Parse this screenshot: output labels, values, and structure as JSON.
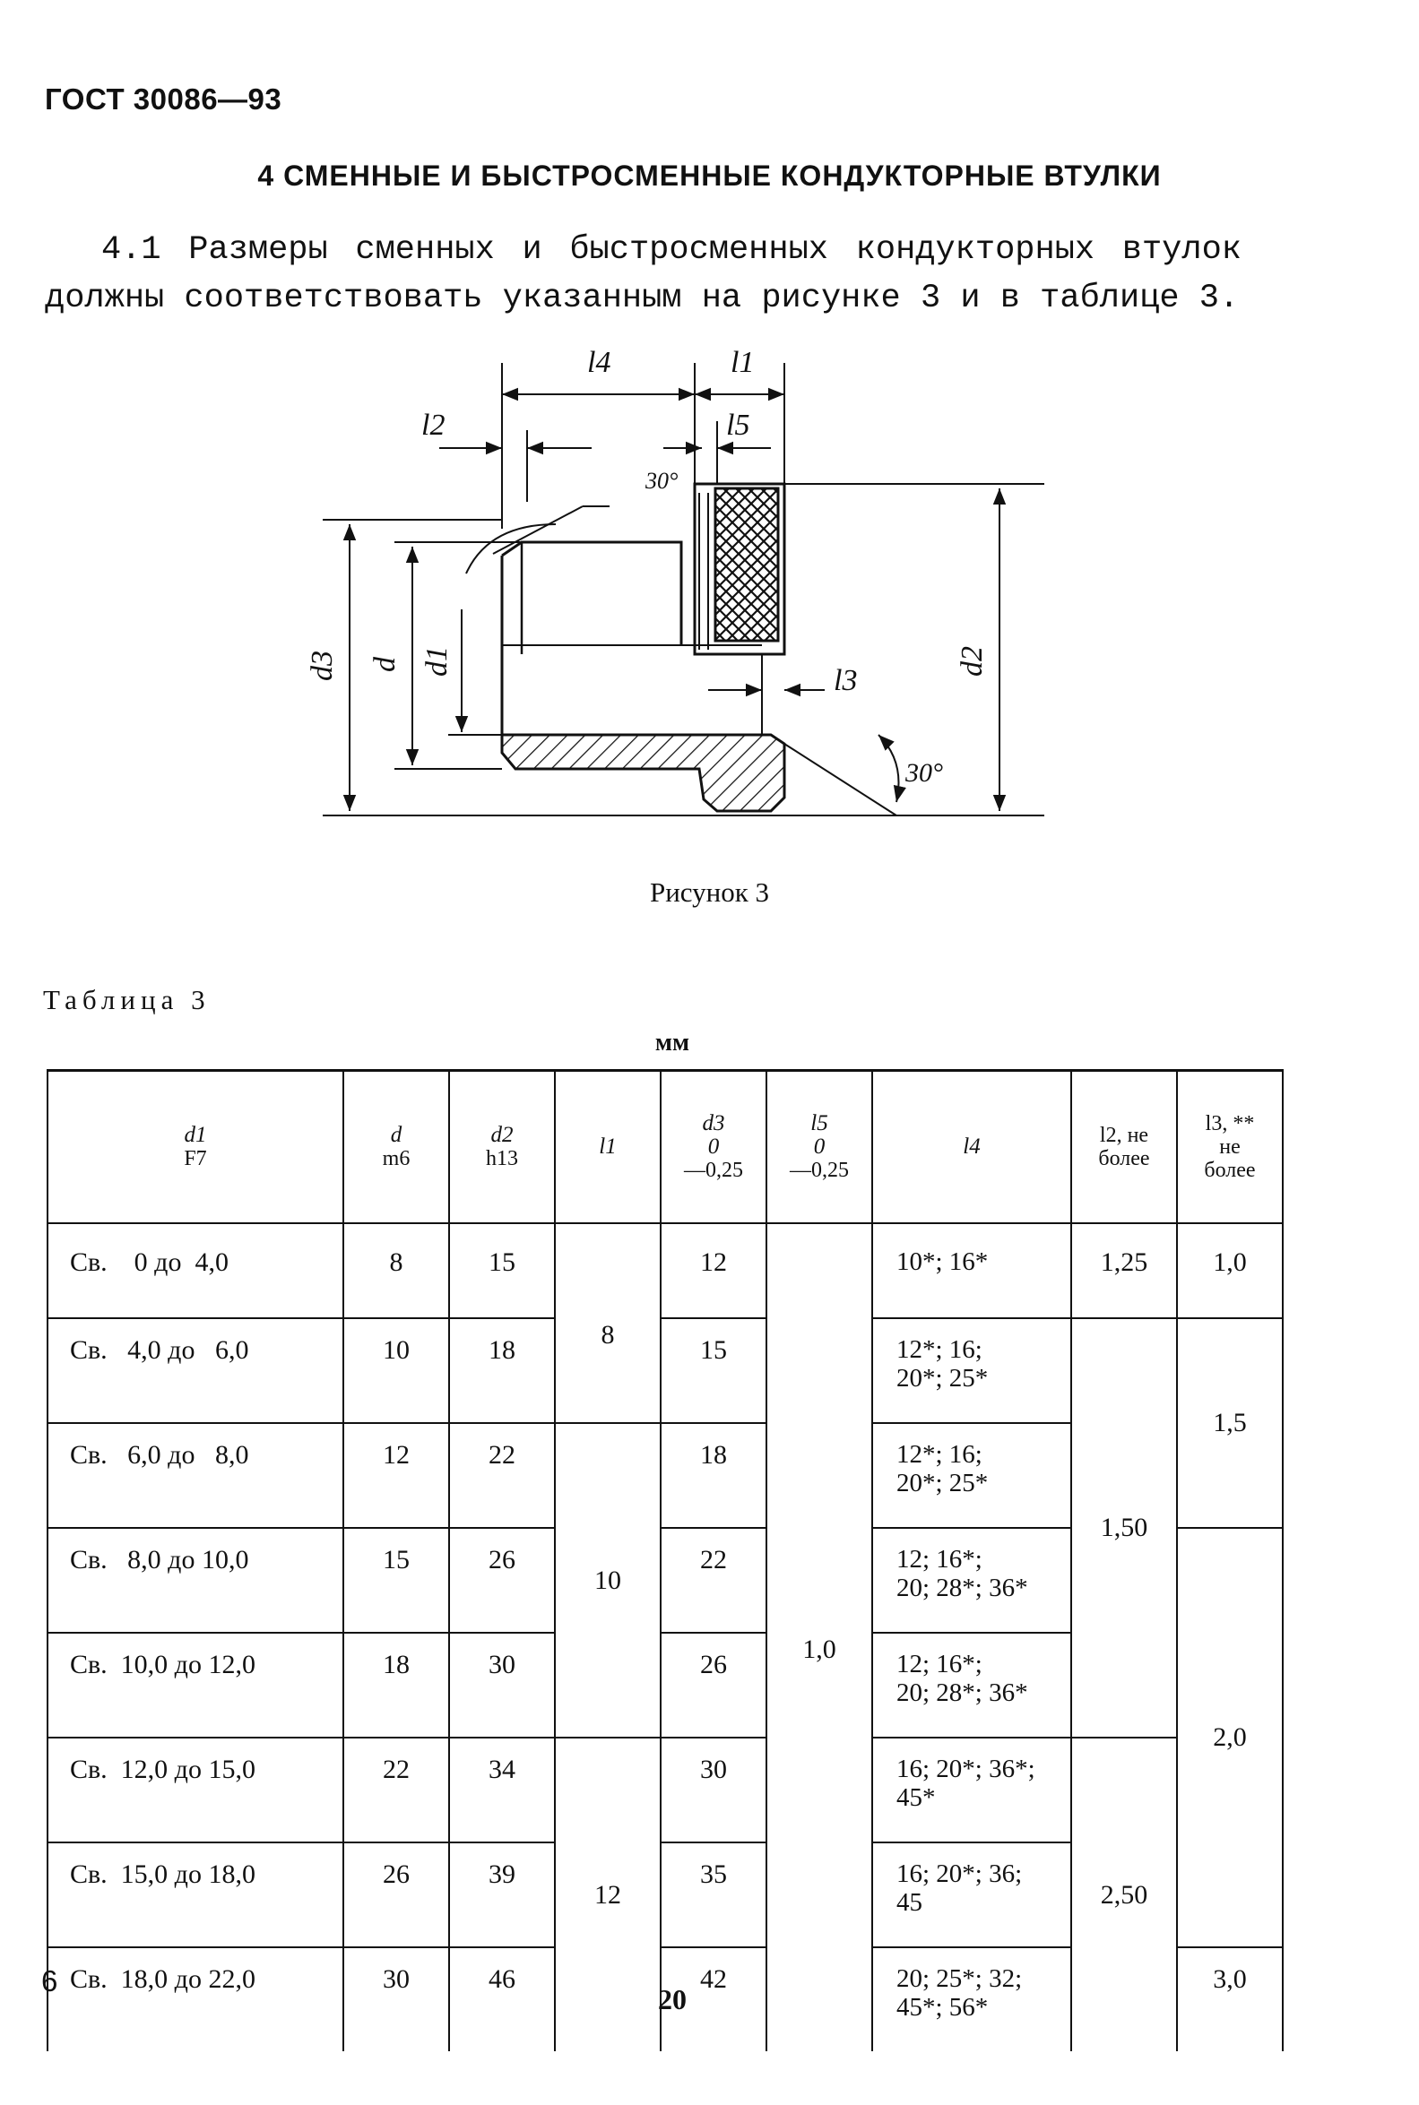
{
  "header": {
    "doc_id": "ГОСТ 30086—93"
  },
  "section": {
    "title": "4 СМЕННЫЕ И БЫСТРОСМЕННЫЕ КОНДУКТОРНЫЕ ВТУЛКИ"
  },
  "paragraph": {
    "line1": "4.1 Размеры сменных и быстросменных кондукторных втулок",
    "line2": "должны соответствовать указанным на рисунке 3 и в таблице 3."
  },
  "figure": {
    "caption": "Рисунок 3",
    "labels": {
      "l4": "l4",
      "l1": "l1",
      "l2": "l2",
      "l5": "l5",
      "l3": "l3",
      "angle_top": "30°",
      "angle_bottom": "30°",
      "d3": "d3",
      "d": "d",
      "d1": "d1",
      "d2": "d2"
    }
  },
  "table": {
    "label": "Таблица 3",
    "unit": "мм",
    "headers": {
      "d1": {
        "sym": "d1",
        "tol": "F7"
      },
      "d": {
        "sym": "d",
        "tol": "m6"
      },
      "d2": {
        "sym": "d2",
        "tol": "h13"
      },
      "l1": {
        "sym": "l1"
      },
      "d3": {
        "sym": "d3",
        "up": "0",
        "low": "—0,25"
      },
      "l5": {
        "sym": "l5",
        "up": "0",
        "low": "—0,25"
      },
      "l4": {
        "sym": "l4"
      },
      "l2": {
        "sym": "l2, не",
        "note": "более"
      },
      "l3": {
        "sym": "l3, **",
        "note1": "не",
        "note2": "более"
      }
    },
    "rows": [
      {
        "d1": "Св.    0 до  4,0",
        "d": "8",
        "d2": "15",
        "d3": "12",
        "l4": "10*;  16*"
      },
      {
        "d1": "Св.   4,0 до   6,0",
        "d": "10",
        "d2": "18",
        "d3": "15",
        "l4a": "12*;  16;",
        "l4b": "20*;  25*"
      },
      {
        "d1": "Св.   6,0 до   8,0",
        "d": "12",
        "d2": "22",
        "d3": "18",
        "l4a": "12*;  16;",
        "l4b": "20*;  25*"
      },
      {
        "d1": "Св.   8,0 до 10,0",
        "d": "15",
        "d2": "26",
        "d3": "22",
        "l4a": "12;  16*;",
        "l4b": "20;  28*;  36*"
      },
      {
        "d1": "Св.  10,0 до 12,0",
        "d": "18",
        "d2": "30",
        "d3": "26",
        "l4a": "12;  16*;",
        "l4b": "20;  28*;  36*"
      },
      {
        "d1": "Св.  12,0 до 15,0",
        "d": "22",
        "d2": "34",
        "d3": "30",
        "l4a": "16;  20*;  36*;",
        "l4b": "45*"
      },
      {
        "d1": "Св.  15,0 до 18,0",
        "d": "26",
        "d2": "39",
        "d3": "35",
        "l4a": "16;  20*;  36;",
        "l4b": "45"
      },
      {
        "d1": "Св.  18,0 до 22,0",
        "d": "30",
        "d2": "46",
        "d3": "42",
        "l4a": "20;  25*;  32;",
        "l4b": "45*;  56*"
      }
    ],
    "l1_groups": [
      "8",
      "10",
      "12"
    ],
    "l5_value": "1,0",
    "l2_groups": [
      "1,25",
      "1,50",
      "2,50"
    ],
    "l3_groups": [
      "1,0",
      "1,5",
      "2,0",
      "3,0"
    ]
  },
  "footer": {
    "page_number": "6",
    "sheet_number": "20"
  }
}
